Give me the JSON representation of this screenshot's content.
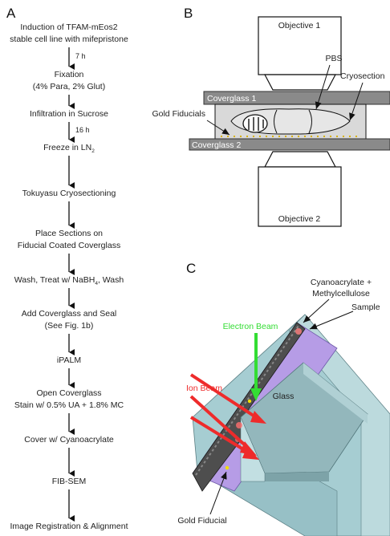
{
  "panels": {
    "a": "A",
    "b": "B",
    "c": "C"
  },
  "flow": {
    "steps": [
      {
        "lines": [
          "Induction of TFAM-mEos2",
          "stable cell line with mifepristone"
        ]
      },
      {
        "lines": [
          "Fixation",
          "(4% Para, 2% Glut)"
        ]
      },
      {
        "lines": [
          "Infiltration in Sucrose"
        ]
      },
      {
        "lines": [
          "Freeze in LN"
        ],
        "sub": "2"
      },
      {
        "lines": [
          "Tokuyasu Cryosectioning"
        ]
      },
      {
        "lines": [
          "Place Sections on",
          "Fiducial Coated Coverglass"
        ]
      },
      {
        "lines": [
          "Wash, Treat w/ NaBH",
          ", Wash"
        ],
        "sub": "4"
      },
      {
        "lines": [
          "Add Coverglass and Seal",
          "(See Fig. 1b)"
        ]
      },
      {
        "lines": [
          "iPALM"
        ]
      },
      {
        "lines": [
          "Open Coverglass",
          "Stain w/ 0.5% UA + 1.8% MC"
        ]
      },
      {
        "lines": [
          "Cover w/ Cyanoacrylate"
        ]
      },
      {
        "lines": [
          "FIB-SEM"
        ]
      },
      {
        "lines": [
          "Image Registration & Alignment"
        ]
      }
    ],
    "arrow_notes": [
      "7 h",
      "",
      "16 h"
    ]
  },
  "panel_b": {
    "objective_top": "Objective 1",
    "objective_bottom": "Objective 2",
    "coverglass_top": "Coverglass 1",
    "coverglass_bottom": "Coverglass 2",
    "pbs": "PBS",
    "cryosection": "Cryosection",
    "gold_fiducials": "Gold Fiducials"
  },
  "panel_c": {
    "cyanoacrylate": "Cyanoacrylate +",
    "methylcellulose": "Methylcellulose",
    "sample": "Sample",
    "electron_beam": "Electron Beam",
    "ion_beam": "Ion Beam",
    "glass": "Glass",
    "gold_fiducial": "Gold Fiducial",
    "colors": {
      "electron_beam": "#33dd33",
      "ion_beam": "#ee2b2b",
      "resin": "#b69ce6",
      "glass": "#a9cfd3"
    }
  }
}
